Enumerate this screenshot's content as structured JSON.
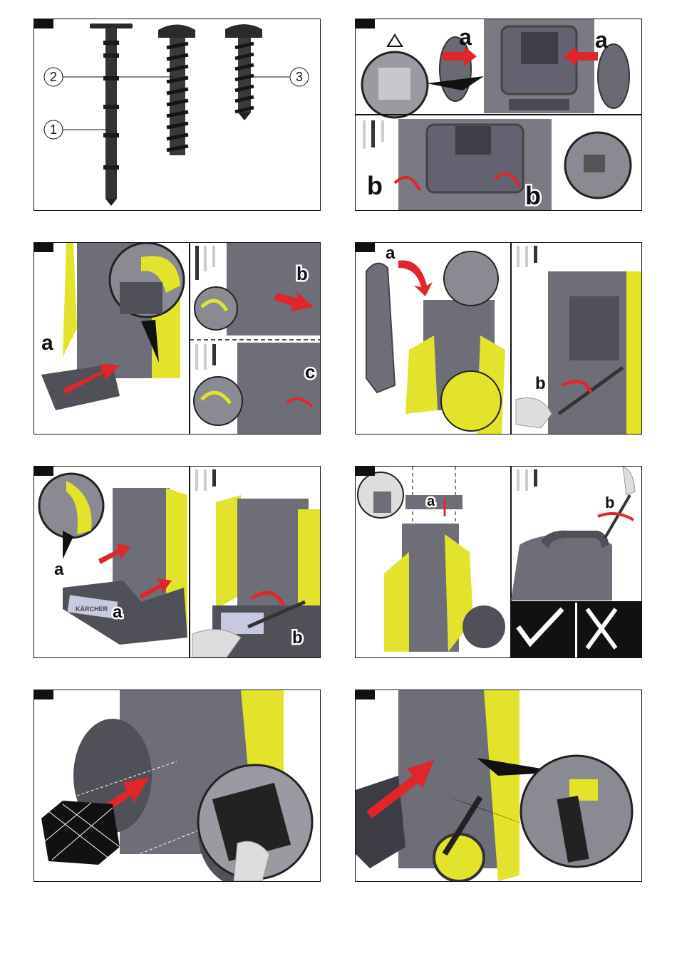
{
  "figures": [
    {
      "id": "fig1",
      "callouts": [
        "1",
        "2",
        "3"
      ]
    },
    {
      "id": "fig2",
      "labels": [
        "a",
        "a",
        "b",
        "b"
      ]
    },
    {
      "id": "fig3",
      "labels": [
        "a",
        "b",
        "c"
      ]
    },
    {
      "id": "fig4",
      "labels": [
        "a",
        "b"
      ]
    },
    {
      "id": "fig5",
      "labels": [
        "a",
        "a",
        "b"
      ],
      "brand_text": "KÄRCHER"
    },
    {
      "id": "fig6",
      "labels": [
        "a",
        "b"
      ]
    },
    {
      "id": "fig7",
      "labels": []
    },
    {
      "id": "fig8",
      "labels": []
    }
  ],
  "colors": {
    "yellow": "#e3e32c",
    "gray": "#6e6e78",
    "dark_gray": "#505058",
    "red": "#e0262a",
    "black": "#111111"
  },
  "icons": [
    "screw-set-icon",
    "checkmark-icon",
    "cross-icon",
    "rotate-arrow-icon",
    "insert-arrow-icon"
  ]
}
